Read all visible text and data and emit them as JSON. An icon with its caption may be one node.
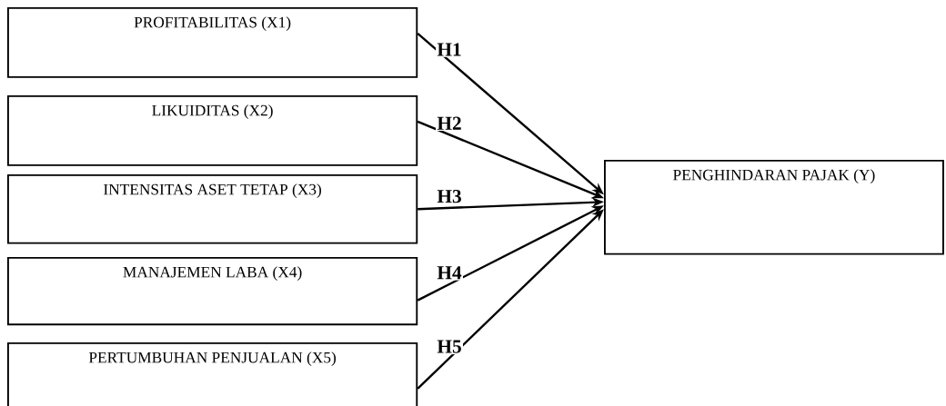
{
  "diagram": {
    "nodes": [
      {
        "text": [
          "PROFITABILITAS  (X1)"
        ]
      },
      {
        "text": [
          "LIKUIDITAS (X2)"
        ]
      },
      {
        "text": [
          "INTENSITAS ASET TETAP (X3)"
        ]
      },
      {
        "text": [
          "MANAJEMEN LABA (X4)"
        ]
      },
      {
        "text": [
          "PERTUMBUHAN  PENJUALAN (X5)"
        ]
      },
      {
        "text": [
          "PENGHINDARAN PAJAK (Y)"
        ]
      }
    ],
    "edges": [
      {
        "from": 0,
        "to": 5,
        "arrow": "to",
        "label": "H1"
      },
      {
        "from": 1,
        "to": 5,
        "arrow": "to",
        "label": "H2"
      },
      {
        "from": 2,
        "to": 5,
        "arrow": "to",
        "label": "H3"
      },
      {
        "from": 3,
        "to": 5,
        "arrow": "to",
        "label": "H4"
      },
      {
        "from": 4,
        "to": 5,
        "arrow": "to",
        "label": "H5"
      }
    ]
  }
}
